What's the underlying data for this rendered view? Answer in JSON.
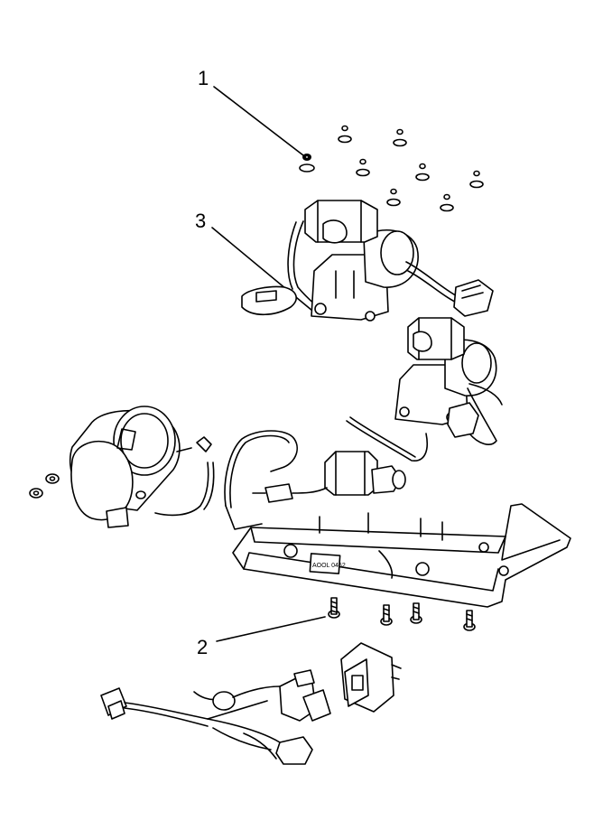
{
  "callouts": [
    {
      "id": "callout-1",
      "label": "1"
    },
    {
      "id": "callout-2",
      "label": "2"
    },
    {
      "id": "callout-3",
      "label": "3"
    }
  ],
  "panel_label": "AOOL 0452"
}
